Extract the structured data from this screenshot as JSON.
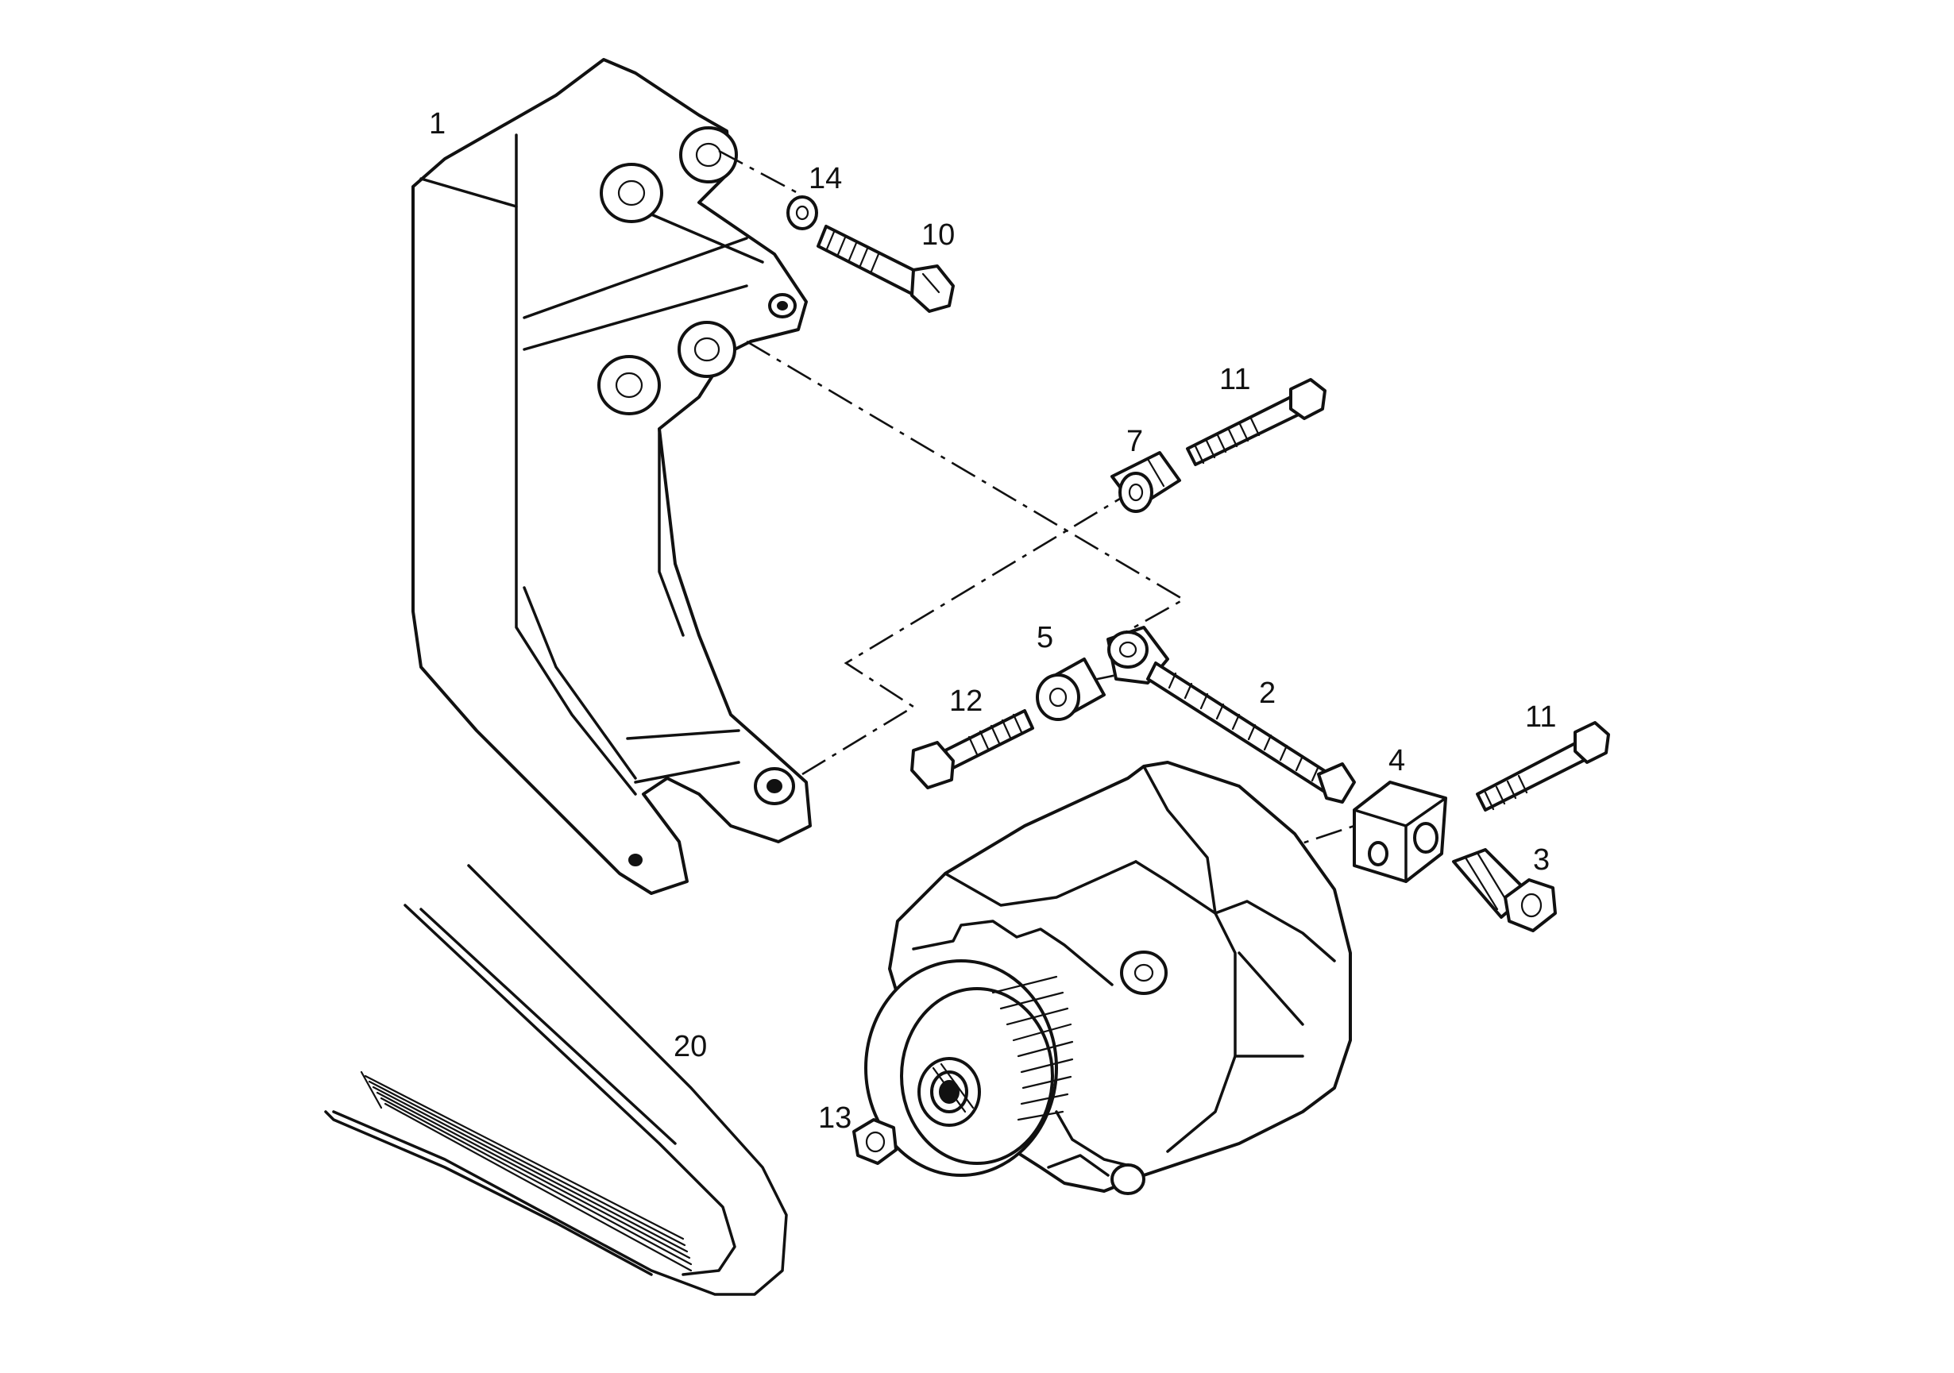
{
  "callouts": {
    "c1": "1",
    "c14": "14",
    "c10": "10",
    "c11a": "11",
    "c7": "7",
    "c5": "5",
    "c2": "2",
    "c12": "12",
    "c11b": "11",
    "c4": "4",
    "c3": "3",
    "c20": "20",
    "c13": "13"
  }
}
